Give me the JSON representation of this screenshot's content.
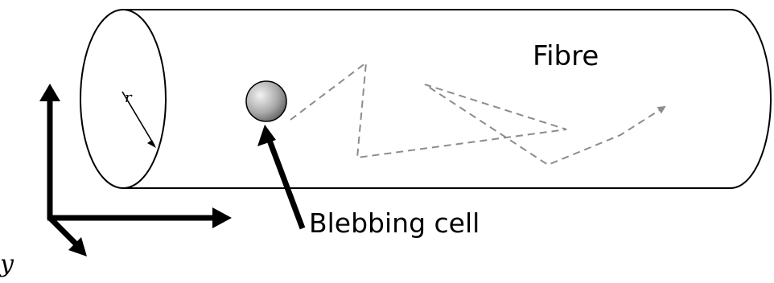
{
  "labels": {
    "fibre": "Fibre",
    "cell": "Blebbing cell",
    "radius": "r",
    "axis_y": "y"
  },
  "colors": {
    "outline": "#000000",
    "path": "#8c8c8c",
    "cell_light": "#f2f2f2",
    "cell_dark": "#5a5a5a"
  }
}
